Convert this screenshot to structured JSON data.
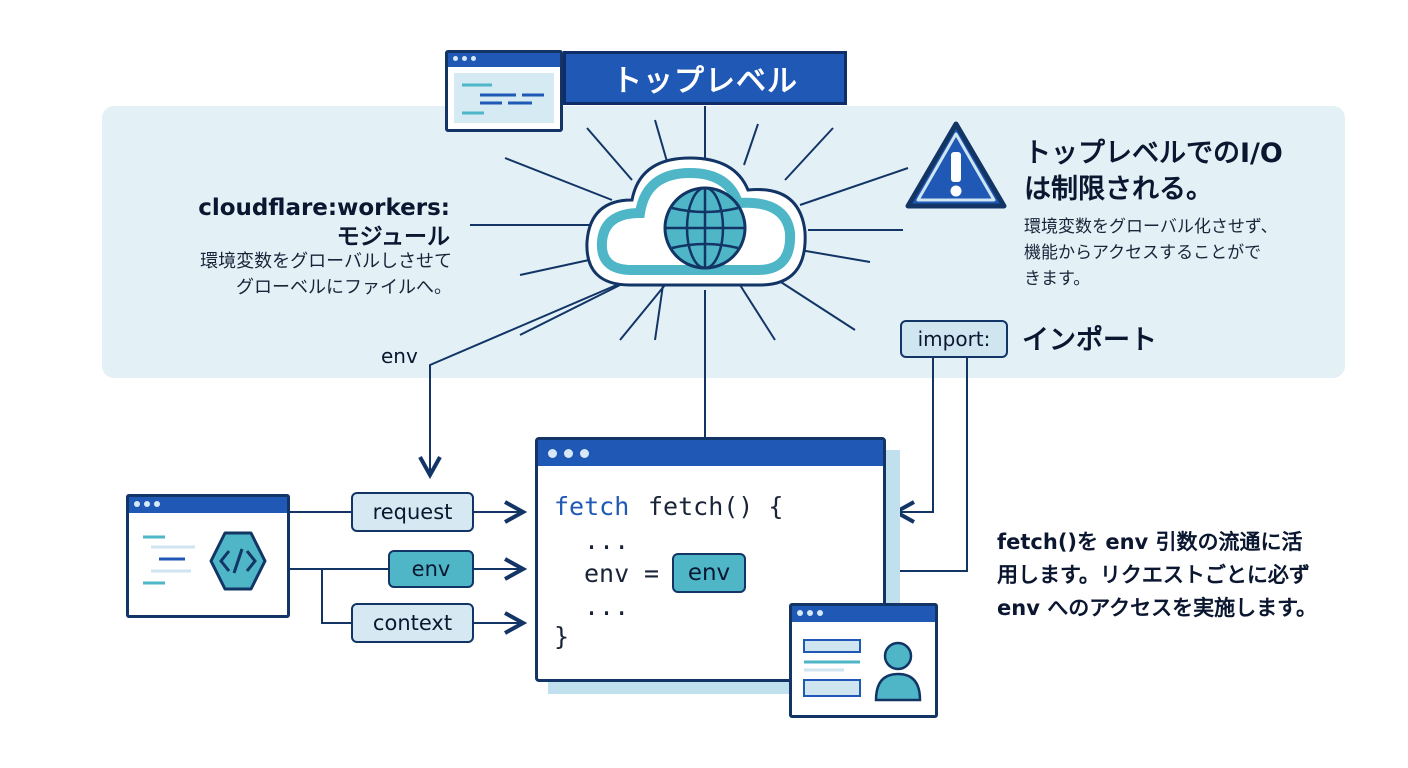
{
  "title_bar": {
    "label": "トップレベル"
  },
  "cloudflare_module": {
    "title_line1": "cloudflare:workers:",
    "title_line2": "モジュール",
    "desc_line1": "環境変数をグローバルしさせて",
    "desc_line2": "グローベルにファイルへ。"
  },
  "io_notice": {
    "title_line1": "トップレベルでのI/O",
    "title_line2": "は制限される。",
    "desc_line1": "環境変数をグローバル化させず、",
    "desc_line2": "機能からアクセスすることがで",
    "desc_line3": "きます。"
  },
  "env_label": "env",
  "import_box": {
    "label": "import:",
    "text": "インポート"
  },
  "pills": {
    "request": "request",
    "env": "env",
    "context": "context"
  },
  "code": {
    "keyword": "fetch",
    "signature": "fetch() {",
    "dots1": "...",
    "env_var": "env",
    "equals": "=",
    "env_value": "env",
    "dots2": "...",
    "close": "}"
  },
  "fetch_desc": {
    "line1": "fetch()を env 引数の流通に活",
    "line2": "用します。リクエストごとに必ず",
    "line3": "env へのアクセスを実施します。"
  },
  "colors": {
    "navy": "#123566",
    "blue": "#1f58b5",
    "teal": "#4eb6c7",
    "panel": "#e3f1f7"
  }
}
